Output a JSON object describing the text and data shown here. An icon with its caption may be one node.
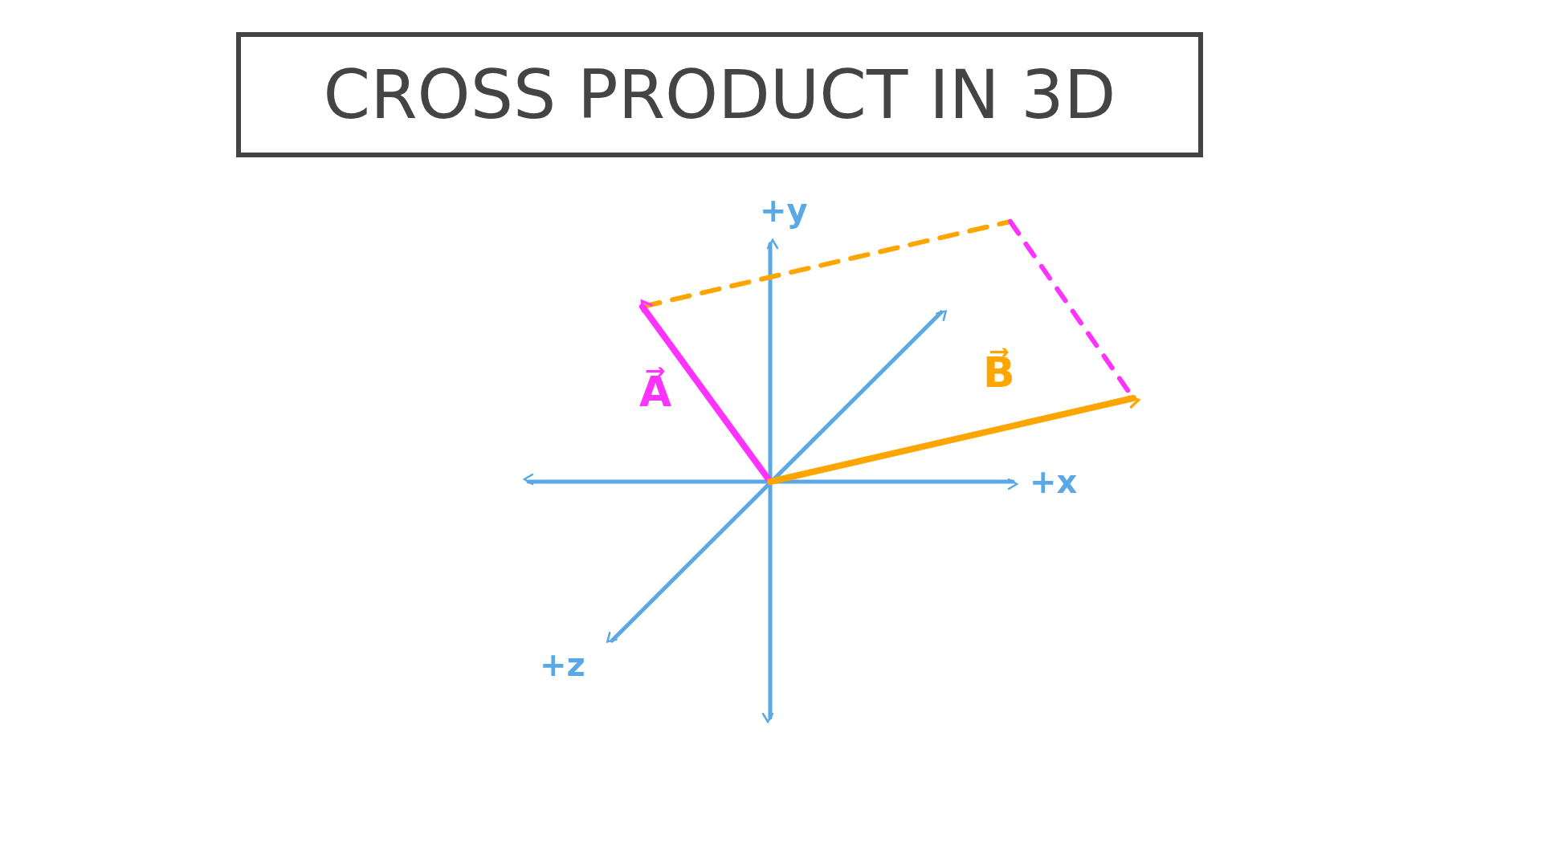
{
  "diagram": {
    "title": "CROSS PRODUCT IN 3D",
    "labels": [
      "+y",
      "A⃗",
      "B⃗",
      "+x",
      "+z"
    ]
  }
}
